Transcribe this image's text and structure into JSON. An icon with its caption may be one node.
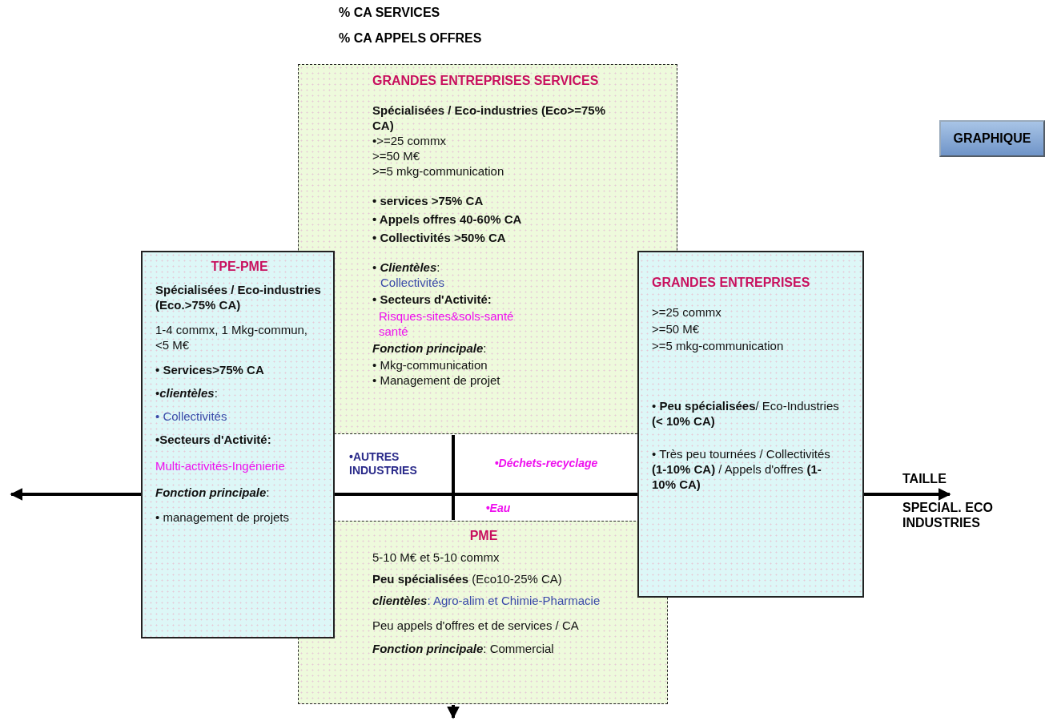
{
  "diagram": {
    "nodes": [
      {
        "text": [
          "GRANDES ENTREPRISES SERVICES",
          "Spécialisées / Eco-industries (Eco>=75% CA)",
          "•>=25 commx",
          ">=50 M€",
          ">=5 mkg-communication",
          "• services  >75% CA",
          "• Appels offres 40-60% CA",
          "•  Collectivités >50% CA",
          "• *Clientèles*:",
          "Collectivités",
          "• Secteurs d'Activité:",
          "Risques-sites&sols-santé santé",
          "*Fonction principale*:",
          "• Mkg-communication",
          "• Management de projet"
        ]
      },
      {
        "text": [
          "TPE-PME",
          "Spécialisées / Eco-industries (Eco.>75% CA)",
          "1-4 commx, 1 Mkg-commun, <5 M€",
          "• Services>75% CA",
          "•*clientèles*:",
          "• Collectivités",
          "•Secteurs d'Activité:",
          "Multi-activités-Ingénierie",
          "*Fonction principale*:",
          "• management de projets"
        ]
      },
      {
        "text": [
          "GRANDES ENTREPRISES",
          ">=25 commx",
          ">=50 M€",
          ">=5 mkg-communication",
          "• **Peu spécialisées**/ Eco-Industries **(< 10% CA)**",
          "• Très peu tournées / Collectivités **(1-10% CA)** / Appels d'offres **(1-10% CA)**"
        ]
      },
      {
        "text": [
          "•AUTRES INDUSTRIES"
        ]
      },
      {
        "text": [
          "•Déchets-recyclage"
        ]
      },
      {
        "text": [
          "•Eau"
        ]
      },
      {
        "text": [
          "PME",
          "5-10 M€ et 5-10 commx",
          "**Peu spécialisées** (Eco10-25% CA)",
          "*clientèles*: Agro-alim  et Chimie-Pharmacie",
          "Peu appels d'offres et de services / CA",
          "*Fonction principale*: Commercial"
        ]
      }
    ],
    "labels": [
      "% CA SERVICES",
      "% CA APPELS OFFRES",
      "GRAPHIQUE",
      "TAILLE",
      "SPECIAL. ECO INDUSTRIES"
    ]
  }
}
